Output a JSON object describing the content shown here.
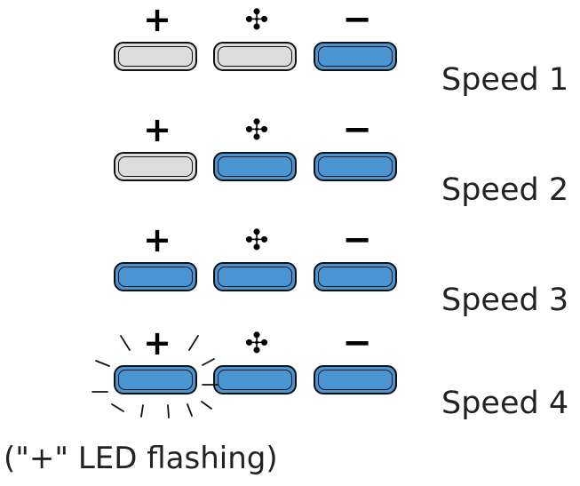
{
  "colors": {
    "on": "#4a94d2",
    "off": "#dcdcdc"
  },
  "symbols": {
    "plus": "+",
    "fan": "✣",
    "minus": "−"
  },
  "rows": [
    {
      "label": "Speed 1",
      "leds": [
        "off",
        "off",
        "on"
      ],
      "flashing": [
        false,
        false,
        false
      ]
    },
    {
      "label": "Speed 2",
      "leds": [
        "off",
        "on",
        "on"
      ],
      "flashing": [
        false,
        false,
        false
      ]
    },
    {
      "label": "Speed 3",
      "leds": [
        "on",
        "on",
        "on"
      ],
      "flashing": [
        false,
        false,
        false
      ]
    },
    {
      "label": "Speed 4",
      "leds": [
        "on",
        "on",
        "on"
      ],
      "flashing": [
        true,
        false,
        false
      ]
    }
  ],
  "note": "(\"+\" LED flashing)"
}
